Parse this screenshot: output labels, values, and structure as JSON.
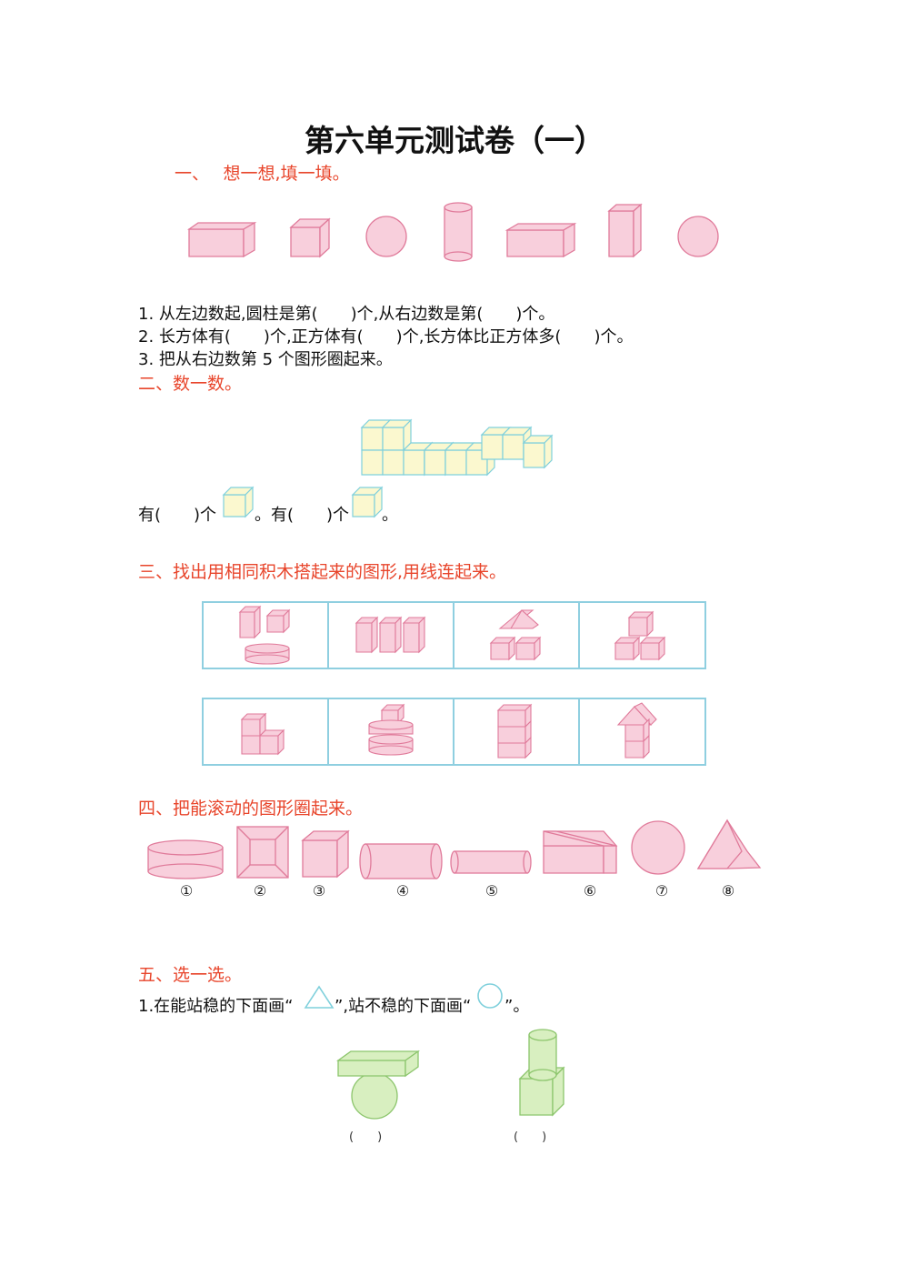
{
  "title": "第六单元测试卷（一）",
  "section1": {
    "heading": "一、　 想一想,填一填。",
    "q1": "1. 从左边数起,圆柱是第(　　)个,从右边数是第(　　)个。",
    "q2": "2. 长方体有(　　)个,正方体有(　　)个,长方体比正方体多(　　)个。",
    "q3": "3. 把从右边数第 5 个图形圈起来。"
  },
  "section2": {
    "heading": "二、数一数。",
    "count_a": "有(　　)个",
    "count_b": "。有(　　)个",
    "count_end": "。"
  },
  "section3": {
    "heading": "三、找出用相同积木搭起来的图形,用线连起来。"
  },
  "section4": {
    "heading": "四、把能滚动的图形圈起来。",
    "labels": [
      "①",
      "②",
      "③",
      "④",
      "⑤",
      "⑥",
      "⑦",
      "⑧"
    ]
  },
  "section5": {
    "heading": "五、选一选。",
    "q1_a": "1.在能站稳的下面画“",
    "q1_b": "”,站不稳的下面画“",
    "q1_c": "”。",
    "paren_left": "(　　)",
    "paren_right": "(　　)"
  },
  "colors": {
    "pink_fill": "#f8cfdc",
    "pink_stroke": "#e07a9a",
    "yellow_fill": "#fbf8cf",
    "cyan_stroke": "#7fd0dc",
    "green_fill": "#d8efc0",
    "green_stroke": "#8cc56c",
    "accent_red": "#e8452b",
    "box_border": "#8fcfe0"
  }
}
